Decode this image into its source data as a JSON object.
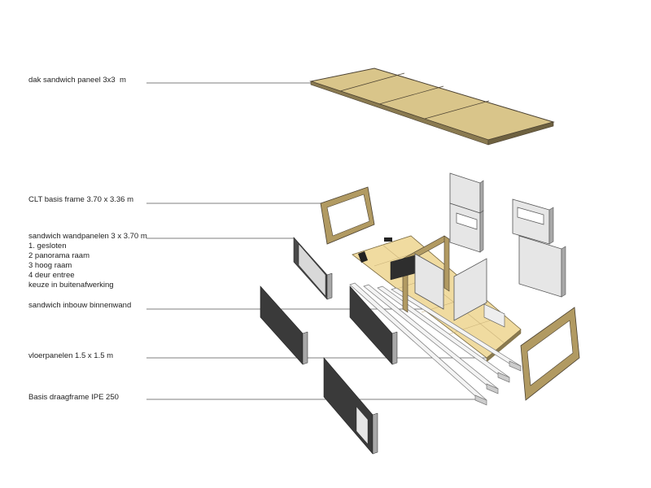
{
  "labels": {
    "roof": "dak sandwich paneel 3x3  m",
    "clt": "CLT basis frame 3.70 x 3.36 m",
    "wall_title": "sandwich wandpanelen 3 x 3.70 m",
    "wall_1": "1. gesloten",
    "wall_2": "2 panorama raam",
    "wall_3": "3 hoog raam",
    "wall_4": "4 deur entree",
    "wall_5": "keuze in buitenafwerking",
    "inner": "sandwich inbouw binnenwand",
    "floor": "vloerpanelen 1.5 x 1.5 m",
    "base": "Basis draagframe IPE 250"
  },
  "colors": {
    "panel_wood": "#d9c58a",
    "frame_wood": "#b19a62",
    "dark_panel": "#3a3a3a",
    "grey_edge": "#a8a8a8",
    "light_panel": "#e6e6e6",
    "leader_line": "#555555"
  }
}
